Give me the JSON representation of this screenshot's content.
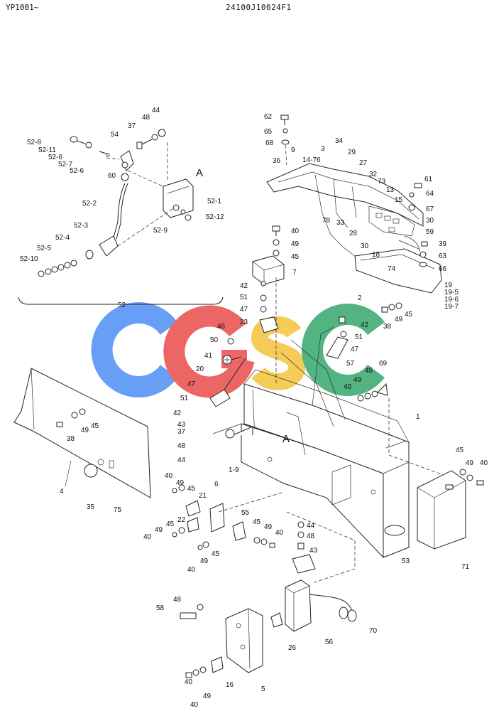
{
  "header": {
    "model_code": "YP1001~",
    "drawing_number": "24100J10024F1"
  },
  "watermark": {
    "letters": [
      "C",
      "G",
      "S",
      "C"
    ],
    "colors": [
      "#4d8ef5",
      "#ea4c4c",
      "#f5c33b",
      "#35a76b"
    ]
  },
  "part_labels": [
    {
      "id": "p44a",
      "text": "44"
    },
    {
      "id": "p48a",
      "text": "48"
    },
    {
      "id": "p37a",
      "text": "37"
    },
    {
      "id": "p54",
      "text": "54"
    },
    {
      "id": "p52_8",
      "text": "52-8"
    },
    {
      "id": "p52_11",
      "text": "52-11"
    },
    {
      "id": "p52_6a",
      "text": "52-6"
    },
    {
      "id": "p52_7",
      "text": "52-7"
    },
    {
      "id": "p52_6b",
      "text": "52-6"
    },
    {
      "id": "p60",
      "text": "60"
    },
    {
      "id": "pA1",
      "text": "A"
    },
    {
      "id": "p52_1",
      "text": "52-1"
    },
    {
      "id": "p52_2",
      "text": "52-2"
    },
    {
      "id": "p52_12",
      "text": "52-12"
    },
    {
      "id": "p52_9",
      "text": "52-9"
    },
    {
      "id": "p52_3",
      "text": "52-3"
    },
    {
      "id": "p52_4",
      "text": "52-4"
    },
    {
      "id": "p52_5",
      "text": "52-5"
    },
    {
      "id": "p52_10",
      "text": "52-10"
    },
    {
      "id": "p52",
      "text": "52"
    },
    {
      "id": "p62",
      "text": "62"
    },
    {
      "id": "p65",
      "text": "65"
    },
    {
      "id": "p68",
      "text": "68"
    },
    {
      "id": "p9",
      "text": "9"
    },
    {
      "id": "p36",
      "text": "36"
    },
    {
      "id": "p3",
      "text": "3"
    },
    {
      "id": "p34",
      "text": "34"
    },
    {
      "id": "p14_76",
      "text": "14-76"
    },
    {
      "id": "p29",
      "text": "29"
    },
    {
      "id": "p27",
      "text": "27"
    },
    {
      "id": "p32",
      "text": "32"
    },
    {
      "id": "p73",
      "text": "73"
    },
    {
      "id": "p13",
      "text": "13"
    },
    {
      "id": "p61",
      "text": "61"
    },
    {
      "id": "p64",
      "text": "64"
    },
    {
      "id": "p15",
      "text": "15"
    },
    {
      "id": "p67",
      "text": "67"
    },
    {
      "id": "p30a",
      "text": "30"
    },
    {
      "id": "p59",
      "text": "59"
    },
    {
      "id": "p39",
      "text": "39"
    },
    {
      "id": "p63",
      "text": "63"
    },
    {
      "id": "p66",
      "text": "66"
    },
    {
      "id": "p78",
      "text": "78"
    },
    {
      "id": "p33",
      "text": "33"
    },
    {
      "id": "p28",
      "text": "28"
    },
    {
      "id": "p30b",
      "text": "30"
    },
    {
      "id": "p18",
      "text": "18"
    },
    {
      "id": "p74",
      "text": "74"
    },
    {
      "id": "p19",
      "text": "19"
    },
    {
      "id": "p19_5",
      "text": "19-5"
    },
    {
      "id": "p19_6",
      "text": "19-6"
    },
    {
      "id": "p19_7",
      "text": "19-7"
    },
    {
      "id": "p40a",
      "text": "40"
    },
    {
      "id": "p49a",
      "text": "49"
    },
    {
      "id": "p45a",
      "text": "45"
    },
    {
      "id": "p7",
      "text": "7"
    },
    {
      "id": "p42a",
      "text": "42"
    },
    {
      "id": "p51a",
      "text": "51"
    },
    {
      "id": "p47a",
      "text": "47"
    },
    {
      "id": "p23",
      "text": "23"
    },
    {
      "id": "p46",
      "text": "46"
    },
    {
      "id": "p50",
      "text": "50"
    },
    {
      "id": "p41",
      "text": "41"
    },
    {
      "id": "p20",
      "text": "20"
    },
    {
      "id": "p2",
      "text": "2"
    },
    {
      "id": "p45b",
      "text": "45"
    },
    {
      "id": "p49b",
      "text": "49"
    },
    {
      "id": "p38a",
      "text": "38"
    },
    {
      "id": "p42b",
      "text": "42"
    },
    {
      "id": "p51b",
      "text": "51"
    },
    {
      "id": "p47b",
      "text": "47"
    },
    {
      "id": "p57",
      "text": "57"
    },
    {
      "id": "p69",
      "text": "69"
    },
    {
      "id": "p45c",
      "text": "45"
    },
    {
      "id": "p49c",
      "text": "49"
    },
    {
      "id": "p40b",
      "text": "40"
    },
    {
      "id": "p1",
      "text": "1"
    },
    {
      "id": "p47c",
      "text": "47"
    },
    {
      "id": "p51c",
      "text": "51"
    },
    {
      "id": "p42c",
      "text": "42"
    },
    {
      "id": "p43a",
      "text": "43"
    },
    {
      "id": "p37b",
      "text": "37"
    },
    {
      "id": "p48b",
      "text": "48"
    },
    {
      "id": "p44b",
      "text": "44"
    },
    {
      "id": "p1_9",
      "text": "1-9"
    },
    {
      "id": "pA2",
      "text": "A"
    },
    {
      "id": "p45d",
      "text": "45"
    },
    {
      "id": "p49d",
      "text": "49"
    },
    {
      "id": "p40c",
      "text": "40"
    },
    {
      "id": "p49e",
      "text": "49"
    },
    {
      "id": "p45e",
      "text": "45"
    },
    {
      "id": "p38b",
      "text": "38"
    },
    {
      "id": "p4",
      "text": "4"
    },
    {
      "id": "p35",
      "text": "35"
    },
    {
      "id": "p75",
      "text": "75"
    },
    {
      "id": "p40d",
      "text": "40"
    },
    {
      "id": "p49f",
      "text": "49"
    },
    {
      "id": "p45f",
      "text": "45"
    },
    {
      "id": "p21",
      "text": "21"
    },
    {
      "id": "p6",
      "text": "6"
    },
    {
      "id": "p22",
      "text": "22"
    },
    {
      "id": "p55",
      "text": "55"
    },
    {
      "id": "p45g",
      "text": "45"
    },
    {
      "id": "p49g",
      "text": "49"
    },
    {
      "id": "p40e",
      "text": "40"
    },
    {
      "id": "p49h",
      "text": "49"
    },
    {
      "id": "p40f",
      "text": "40"
    },
    {
      "id": "p45h",
      "text": "45"
    },
    {
      "id": "p40g",
      "text": "40"
    },
    {
      "id": "p49i",
      "text": "49"
    },
    {
      "id": "p45i",
      "text": "45"
    },
    {
      "id": "p44c",
      "text": "44"
    },
    {
      "id": "p48c",
      "text": "48"
    },
    {
      "id": "p43b",
      "text": "43"
    },
    {
      "id": "p53",
      "text": "53"
    },
    {
      "id": "p71",
      "text": "71"
    },
    {
      "id": "p48d",
      "text": "48"
    },
    {
      "id": "p58",
      "text": "58"
    },
    {
      "id": "p26",
      "text": "26"
    },
    {
      "id": "p56",
      "text": "56"
    },
    {
      "id": "p70",
      "text": "70"
    },
    {
      "id": "p40h",
      "text": "40"
    },
    {
      "id": "p49j",
      "text": "49"
    },
    {
      "id": "p16",
      "text": "16"
    },
    {
      "id": "p5",
      "text": "5"
    },
    {
      "id": "p40i",
      "text": "40"
    }
  ]
}
